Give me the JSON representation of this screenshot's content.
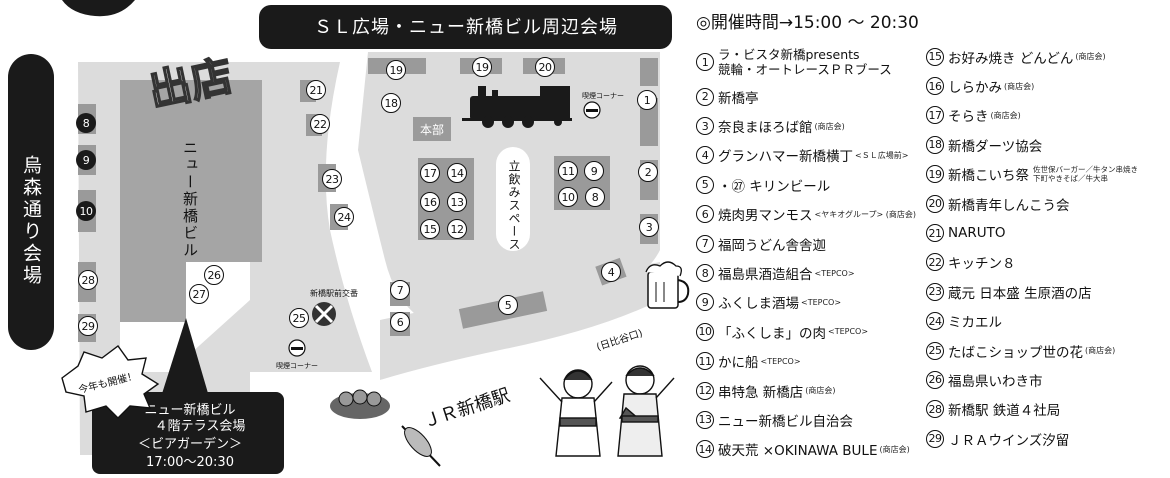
{
  "header": {
    "sl_venue_title": "ＳＬ広場・ニュー新橋ビル周辺会場",
    "karasumori_title": "烏森通り会場",
    "hours": "◎開催時間→15:00 ～ 20:30"
  },
  "map_labels": {
    "shutten": "出店",
    "new_shinbashi_building": "ニュー新橋ビル",
    "honbu": "本部",
    "tachinomi_space": "立飲みスペース",
    "smoking_corner": "喫煙コーナー",
    "police_box": "新橋駅前交番",
    "jr_station": "ＪＲ新橋駅",
    "hibiya_exit": "(日比谷口)",
    "this_year_badge": "今年も開催！",
    "terrace_line1": "ニュー新橋ビル",
    "terrace_line2": "４階テラス会場",
    "terrace_line3": "＜ビアガーデン＞",
    "terrace_line4": "17:00～20:30"
  },
  "legend": [
    {
      "num": "1",
      "name": "ラ・ビスタ新橋presents",
      "name2": "競輪・オートレースＰＲブース",
      "tag": ""
    },
    {
      "num": "2",
      "name": "新橋亭",
      "tag": ""
    },
    {
      "num": "3",
      "name": "奈良まほろば館",
      "tag": "(商店会)"
    },
    {
      "num": "4",
      "name": "グランハマー新橋横丁",
      "tag": "<ＳＬ広場前>"
    },
    {
      "num": "5",
      "name": "・㉗ キリンビール",
      "tag": ""
    },
    {
      "num": "6",
      "name": "焼肉男マンモス",
      "tag": "<ヤキオグループ> (商店会)"
    },
    {
      "num": "7",
      "name": "福岡うどん舎舎迦",
      "tag": ""
    },
    {
      "num": "8",
      "name": "福島県酒造組合",
      "tag": "<TEPCO>"
    },
    {
      "num": "9",
      "name": "ふくしま酒場",
      "tag": "<TEPCO>"
    },
    {
      "num": "10",
      "name": "「ふくしま」の肉",
      "tag": "<TEPCO>"
    },
    {
      "num": "11",
      "name": "かに船",
      "tag": "<TEPCO>"
    },
    {
      "num": "12",
      "name": "串特急 新橋店",
      "tag": "(商店会)"
    },
    {
      "num": "13",
      "name": "ニュー新橋ビル自治会",
      "tag": ""
    },
    {
      "num": "14",
      "name": "破天荒 ×OKINAWA BULE",
      "tag": "(商店会)"
    },
    {
      "num": "15",
      "name": "お好み焼き どんどん",
      "tag": "(商店会)"
    },
    {
      "num": "16",
      "name": "しらかみ",
      "tag": "(商店会)"
    },
    {
      "num": "17",
      "name": "そらき",
      "tag": "(商店会)"
    },
    {
      "num": "18",
      "name": "新橋ダーツ協会",
      "tag": ""
    },
    {
      "num": "19",
      "name": "新橋こいち祭",
      "note1": "佐世保バーガー／牛タン串焼き",
      "note2": "下町やきそば／牛大串",
      "tag": ""
    },
    {
      "num": "20",
      "name": "新橋青年しんこう会",
      "tag": ""
    },
    {
      "num": "21",
      "name": "NARUTO",
      "tag": ""
    },
    {
      "num": "22",
      "name": "キッチン８",
      "tag": ""
    },
    {
      "num": "23",
      "name": "蔵元 日本盛 生原酒の店",
      "tag": ""
    },
    {
      "num": "24",
      "name": "ミカエル",
      "tag": ""
    },
    {
      "num": "25",
      "name": "たばこショップ世の花",
      "tag": "(商店会)"
    },
    {
      "num": "26",
      "name": "福島県いわき市",
      "tag": ""
    },
    {
      "num": "28",
      "name": "新橋駅 鉄道４社局",
      "tag": ""
    },
    {
      "num": "29",
      "name": "ＪＲＡウインズ汐留",
      "tag": ""
    }
  ],
  "stalls": [
    "1",
    "2",
    "3",
    "4",
    "5",
    "6",
    "7",
    "8",
    "9",
    "10",
    "11",
    "12",
    "13",
    "14",
    "15",
    "16",
    "17",
    "18",
    "19",
    "20",
    "21",
    "22",
    "23",
    "24",
    "25",
    "26",
    "27",
    "28",
    "29"
  ],
  "colors": {
    "plaza": "#dcdcdc",
    "building": "#a5a5a5",
    "dark": "#1a1a1a",
    "stall": "#9a9a9a"
  },
  "icons": [
    "locomotive-icon",
    "police-box-icon",
    "smoking-icon",
    "beer-mug-icon",
    "takoyaki-icon",
    "corn-dog-icon",
    "yukata-people-icon"
  ]
}
